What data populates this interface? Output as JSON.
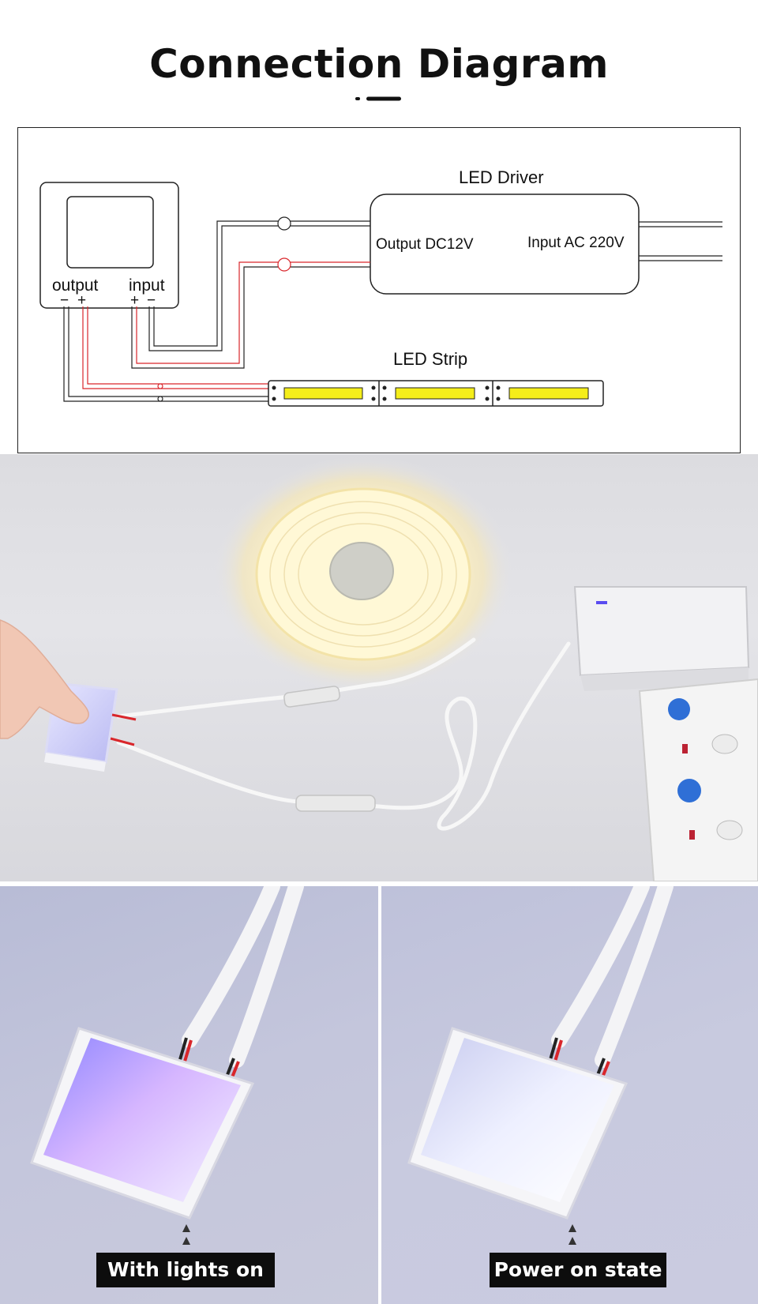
{
  "header": {
    "title": "Connection Diagram"
  },
  "diagram": {
    "led_driver_label": "LED Driver",
    "driver_output_label": "Output DC12V",
    "driver_input_label": "Input AC 220V",
    "switch_output_label": "output",
    "switch_input_label": "input",
    "output_polarity_minus": "−",
    "output_polarity_plus": "+",
    "input_polarity_plus": "+",
    "input_polarity_minus": "−",
    "led_strip_label": "LED Strip",
    "colors": {
      "positive_wire": "#d9262b",
      "negative_wire": "#222222",
      "led_segment": "#f5ee1a"
    }
  },
  "photos": {
    "left_caption": "With lights on",
    "right_caption": "Power on state"
  }
}
